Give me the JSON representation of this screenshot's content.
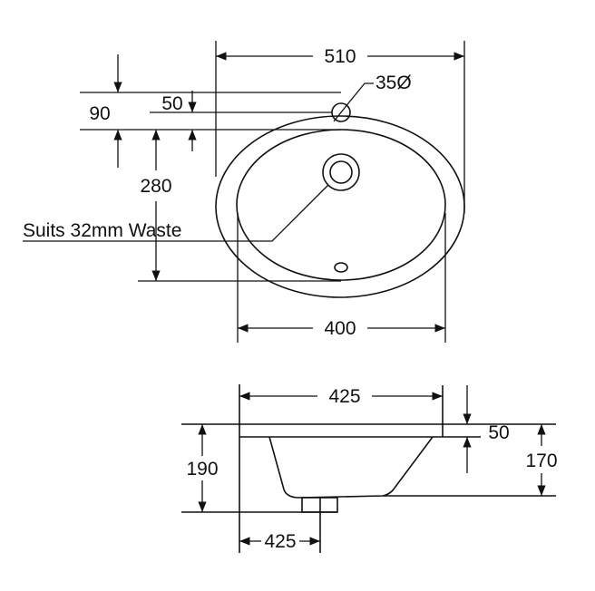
{
  "top_view": {
    "overall_width": "510",
    "tap_hole": "35Ø",
    "rim_depth": "90",
    "tap_offset": "50",
    "basin_length": "280",
    "waste_note": "Suits 32mm Waste",
    "basin_width": "400"
  },
  "side_view": {
    "top_width": "425",
    "rim_thickness": "50",
    "overall_height": "190",
    "bowl_depth": "170",
    "waste_offset": "425"
  }
}
